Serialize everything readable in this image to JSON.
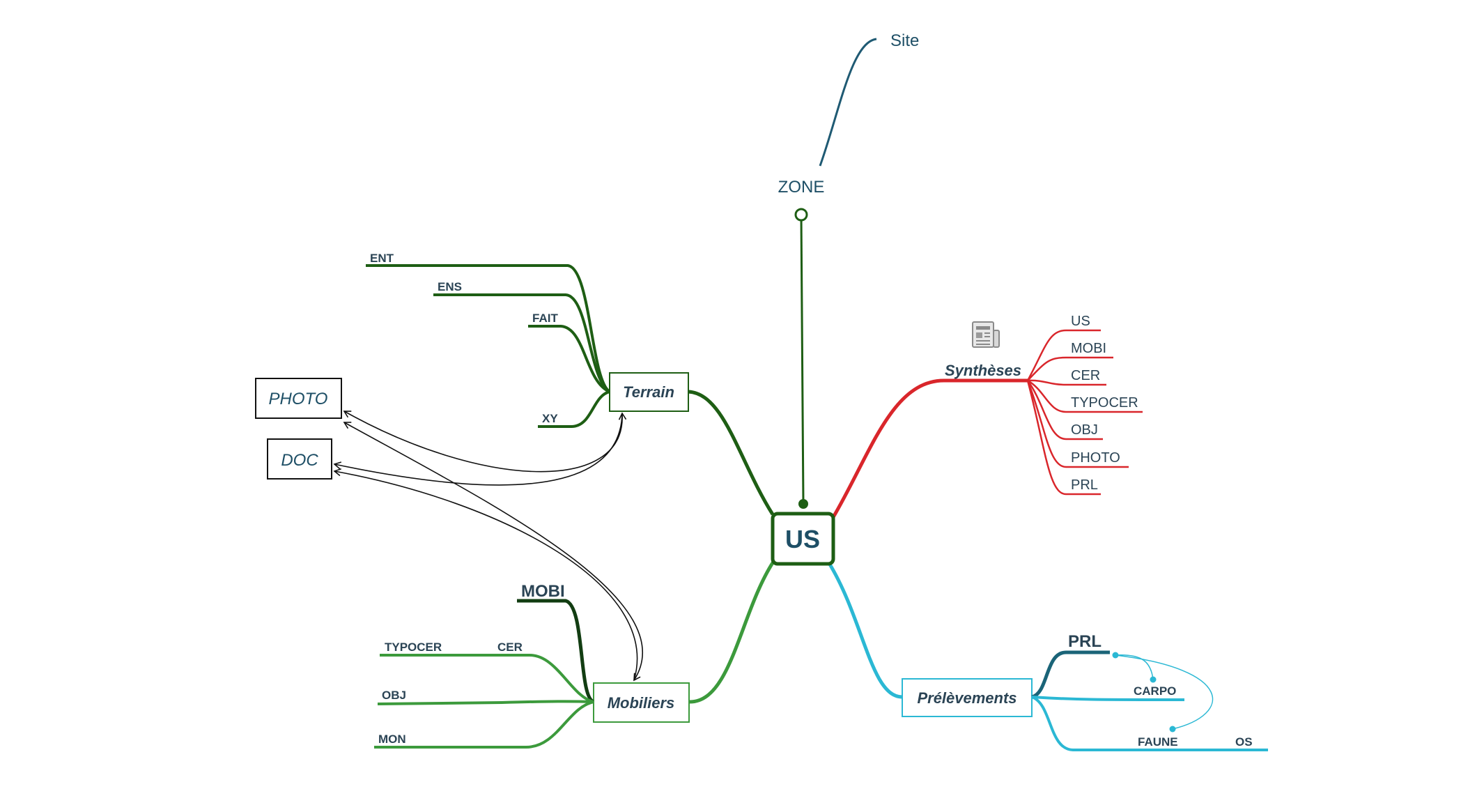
{
  "colors": {
    "dark_green": "#1e5e14",
    "green": "#3c9a3c",
    "red": "#d9262b",
    "cyan": "#2bb8d4",
    "teal_dark": "#1a6478",
    "blue_line": "#1f5a73",
    "label": "#1e4f66",
    "black": "#111111"
  },
  "center": {
    "label": "US"
  },
  "top_branch": {
    "zone": "ZONE",
    "site": "Site"
  },
  "terrain": {
    "label": "Terrain",
    "items": [
      "ENT",
      "ENS",
      "FAIT",
      "XY"
    ]
  },
  "references": {
    "photo": "PHOTO",
    "doc": "DOC"
  },
  "mobiliers": {
    "label": "Mobiliers",
    "mobi": "MOBI",
    "items": [
      "TYPOCER",
      "CER",
      "OBJ",
      "MON"
    ]
  },
  "syntheses": {
    "label": "Synthèses",
    "icon": "newspaper-icon",
    "items": [
      "US",
      "MOBI",
      "CER",
      "TYPOCER",
      "OBJ",
      "PHOTO",
      "PRL"
    ]
  },
  "prelevements": {
    "label": "Prélèvements",
    "prl": "PRL",
    "items": [
      "CARPO",
      "FAUNE",
      "OS"
    ]
  }
}
